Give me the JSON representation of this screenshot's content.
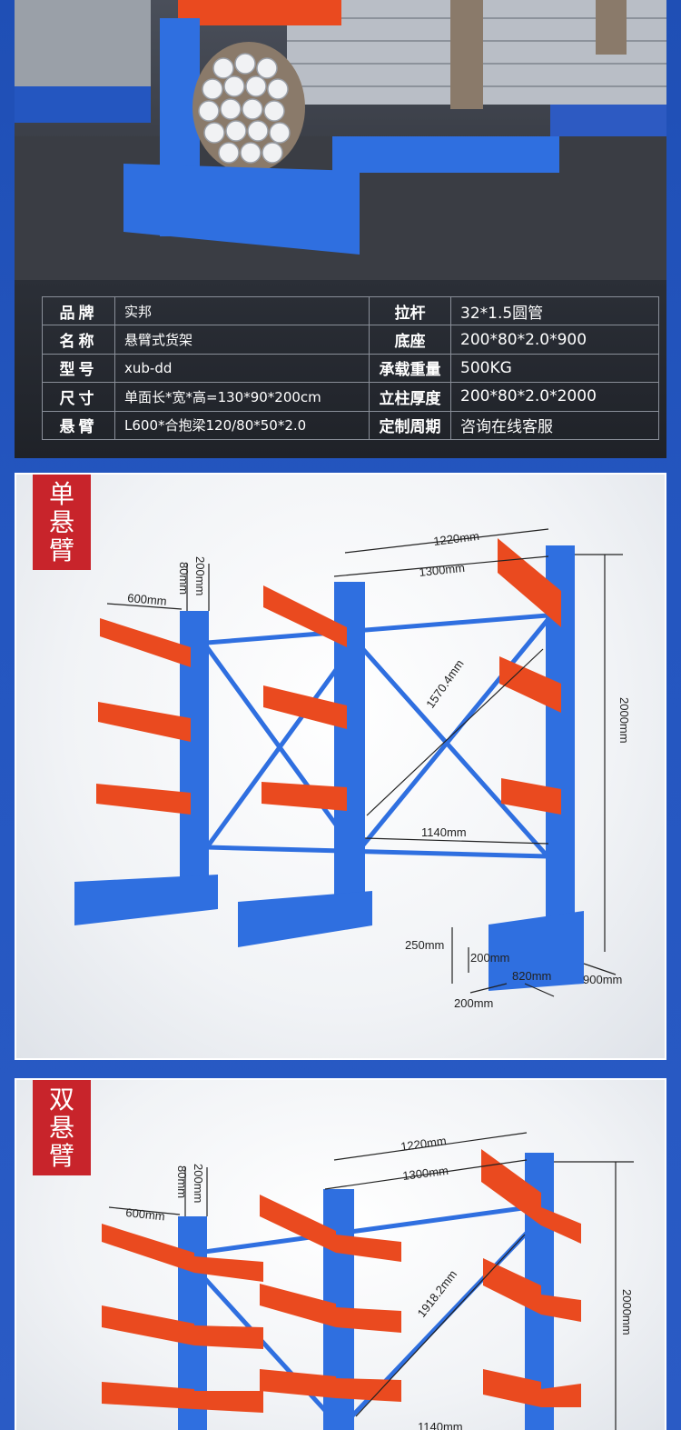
{
  "spec": {
    "rows": [
      {
        "k1": "品牌",
        "v1": "实邦",
        "k2": "拉杆",
        "v2": "32*1.5圆管"
      },
      {
        "k1": "名称",
        "v1": "悬臂式货架",
        "k2": "底座",
        "v2": "200*80*2.0*900"
      },
      {
        "k1": "型号",
        "v1": "xub-dd",
        "k2": "承载重量",
        "v2": "500KG"
      },
      {
        "k1": "尺寸",
        "v1": "单面长*宽*高=130*90*200cm",
        "k2": "立柱厚度",
        "v2": "200*80*2.0*2000"
      },
      {
        "k1": "悬臂",
        "v1": "L600*合抱梁120/80*50*2.0",
        "k2": "定制周期",
        "v2": "咨询在线客服"
      }
    ]
  },
  "single": {
    "tag": [
      "单",
      "悬",
      "臂"
    ],
    "dims": {
      "d1220": "1220mm",
      "d1300": "1300mm",
      "d200": "200mm",
      "d80": "80mm",
      "d600": "600mm",
      "d1570": "1570.4mm",
      "d2000": "2000mm",
      "d1140": "1140mm",
      "d250": "250mm",
      "d200b": "200mm",
      "d820": "820mm",
      "d900": "900mm",
      "d200c": "200mm"
    }
  },
  "double": {
    "tag": [
      "双",
      "悬",
      "臂"
    ],
    "dims": {
      "d1220": "1220mm",
      "d1300": "1300mm",
      "d200": "200mm",
      "d80": "80mm",
      "d600": "600mm",
      "d1918": "1918.2mm",
      "d2000": "2000mm",
      "d1140": "1140mm"
    }
  },
  "colors": {
    "rack_blue": "#2f6fe0",
    "arm_orange": "#ea4a1f",
    "tag_red": "#c8242b"
  }
}
